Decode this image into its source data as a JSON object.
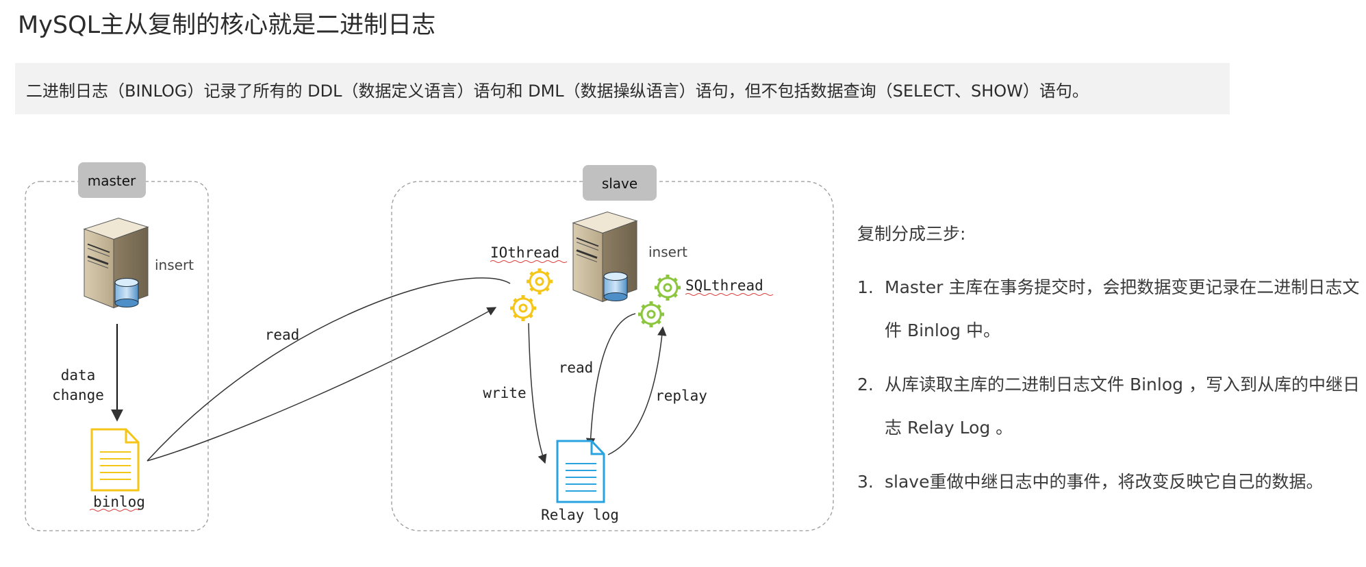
{
  "title": "MySQL主从复制的核心就是二进制日志",
  "note": "二进制日志（BINLOG）记录了所有的 DDL（数据定义语言）语句和 DML（数据操纵语言）语句，但不包括数据查询（SELECT、SHOW）语句。",
  "diagram": {
    "master_label": "master",
    "slave_label": "slave",
    "master_insert": "insert",
    "slave_insert": "insert",
    "data_change_line1": "data",
    "data_change_line2": "change",
    "binlog": "binlog",
    "read_left": "read",
    "io_thread": "IOthread",
    "sql_thread": "SQLthread",
    "write": "write",
    "read_right": "read",
    "replay": "replay",
    "relay_log": "Relay log"
  },
  "steps": {
    "heading": "复制分成三步:",
    "items": [
      {
        "num": "1.",
        "text": "Master 主库在事务提交时，会把数据变更记录在二进制日志文件 Binlog 中。"
      },
      {
        "num": "2.",
        "text": "从库读取主库的二进制日志文件 Binlog ，写入到从库的中继日志 Relay Log 。"
      },
      {
        "num": "3.",
        "text": "slave重做中继日志中的事件，将改变反映它自己的数据。"
      }
    ]
  },
  "colors": {
    "gear_yellow": "#f5c518",
    "gear_green": "#8cc63f",
    "binlog_file": "#f5c518",
    "relay_file": "#29a3e0",
    "label_box": "#c0c0c0"
  }
}
